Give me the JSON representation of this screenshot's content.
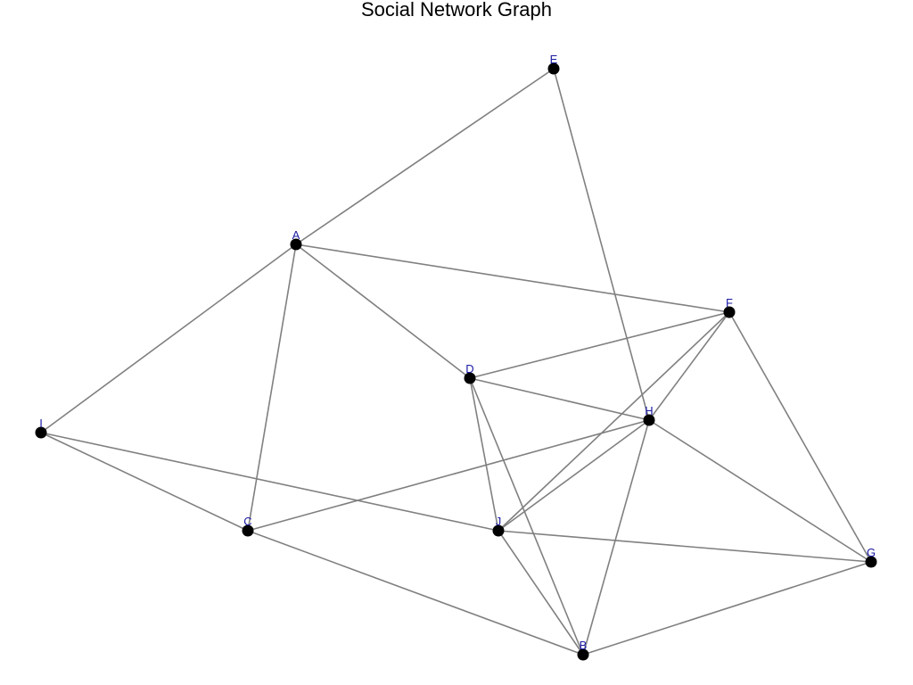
{
  "title": "Social Network Graph",
  "colors": {
    "edge": "#808080",
    "node": "#000000",
    "label": "#1a1aa6"
  },
  "nodes": [
    "A",
    "B",
    "C",
    "D",
    "E",
    "F",
    "G",
    "H",
    "I",
    "J"
  ],
  "edges": [
    [
      "E",
      "A"
    ],
    [
      "E",
      "H"
    ],
    [
      "A",
      "F"
    ],
    [
      "A",
      "D"
    ],
    [
      "A",
      "I"
    ],
    [
      "A",
      "C"
    ],
    [
      "F",
      "D"
    ],
    [
      "F",
      "J"
    ],
    [
      "F",
      "H"
    ],
    [
      "F",
      "G"
    ],
    [
      "D",
      "H"
    ],
    [
      "D",
      "J"
    ],
    [
      "D",
      "B"
    ],
    [
      "H",
      "C"
    ],
    [
      "H",
      "J"
    ],
    [
      "H",
      "B"
    ],
    [
      "H",
      "G"
    ],
    [
      "I",
      "C"
    ],
    [
      "I",
      "J"
    ],
    [
      "C",
      "B"
    ],
    [
      "J",
      "G"
    ],
    [
      "J",
      "B"
    ],
    [
      "B",
      "G"
    ]
  ]
}
